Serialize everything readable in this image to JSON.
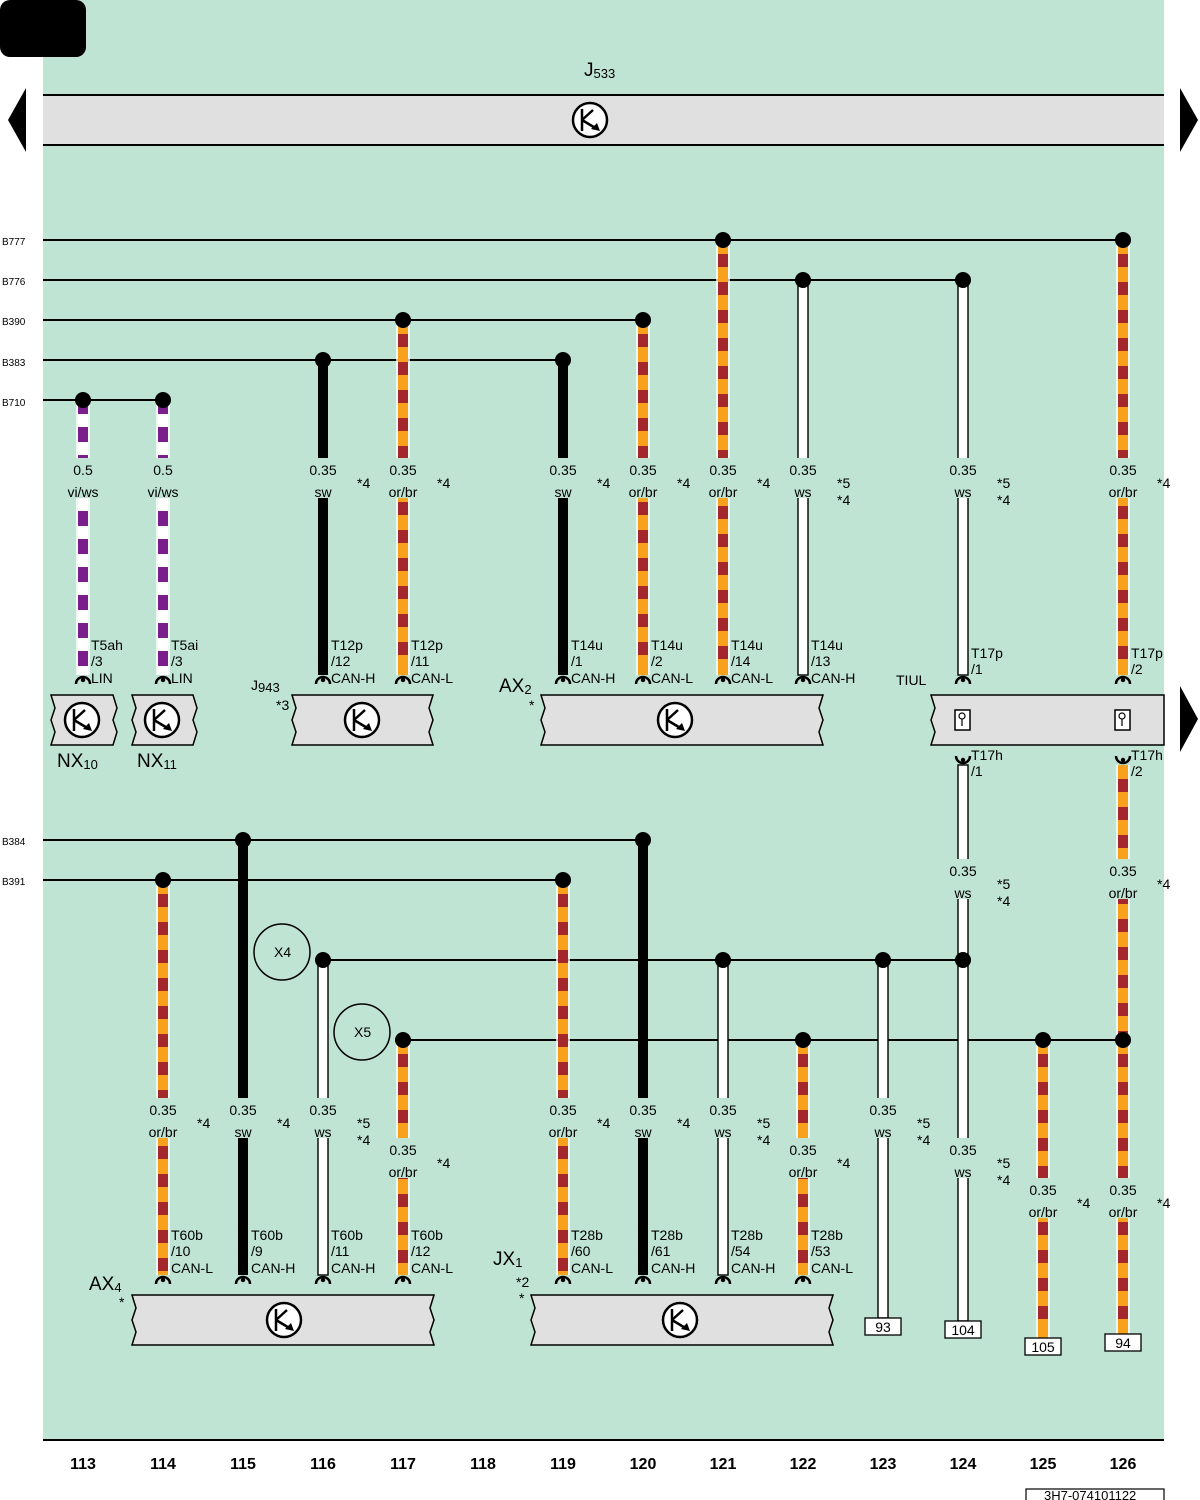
{
  "header": {
    "main_unit": "J",
    "main_unit_sub": "533"
  },
  "buses": [
    {
      "id": "B777",
      "label": "B777"
    },
    {
      "id": "B776",
      "label": "B776"
    },
    {
      "id": "B390",
      "label": "B390"
    },
    {
      "id": "B383",
      "label": "B383"
    },
    {
      "id": "B710",
      "label": "B710"
    },
    {
      "id": "B384",
      "label": "B384"
    },
    {
      "id": "B391",
      "label": "B391"
    },
    {
      "id": "X4",
      "label": "X4"
    },
    {
      "id": "X5",
      "label": "X5"
    }
  ],
  "colors": {
    "background": "#bfe4d4",
    "module_fill": "#e0e0e0",
    "vi": "#7a1e8c",
    "or": "#f7a11c",
    "br": "#a4272c",
    "sw": "#000000",
    "ws": "#ffffff"
  },
  "modules": [
    {
      "id": "NX10",
      "name": "NX",
      "sub": "10",
      "note": ""
    },
    {
      "id": "NX11",
      "name": "NX",
      "sub": "11",
      "note": ""
    },
    {
      "id": "J943",
      "name": "J",
      "sub": "943",
      "note": "*3"
    },
    {
      "id": "AX2",
      "name": "AX",
      "sub": "2",
      "note": "*"
    },
    {
      "id": "TIUL",
      "name": "TIUL",
      "sub": "",
      "note": ""
    },
    {
      "id": "AX4",
      "name": "AX",
      "sub": "4",
      "note": "*"
    },
    {
      "id": "JX1",
      "name": "JX",
      "sub": "1",
      "note": "*2\n*"
    }
  ],
  "wires": [
    {
      "id": "w113a",
      "col": 113,
      "color": "vi/ws",
      "size": "0.5",
      "conn": "T5ah",
      "pin": "/3",
      "signal": "LIN",
      "note": ""
    },
    {
      "id": "w114a",
      "col": 114,
      "color": "vi/ws",
      "size": "0.5",
      "conn": "T5ai",
      "pin": "/3",
      "signal": "LIN",
      "note": ""
    },
    {
      "id": "w116a",
      "col": 116,
      "color": "sw",
      "size": "0.35",
      "conn": "T12p",
      "pin": "/12",
      "signal": "CAN-H",
      "note": "*4"
    },
    {
      "id": "w117a",
      "col": 117,
      "color": "or/br",
      "size": "0.35",
      "conn": "T12p",
      "pin": "/11",
      "signal": "CAN-L",
      "note": "*4"
    },
    {
      "id": "w119a",
      "col": 119,
      "color": "sw",
      "size": "0.35",
      "conn": "T14u",
      "pin": "/1",
      "signal": "CAN-H",
      "note": "*4"
    },
    {
      "id": "w120a",
      "col": 120,
      "color": "or/br",
      "size": "0.35",
      "conn": "T14u",
      "pin": "/2",
      "signal": "CAN-L",
      "note": "*4"
    },
    {
      "id": "w121a",
      "col": 121,
      "color": "or/br",
      "size": "0.35",
      "conn": "T14u",
      "pin": "/14",
      "signal": "CAN-L",
      "note": "*4"
    },
    {
      "id": "w122a",
      "col": 122,
      "color": "ws",
      "size": "0.35",
      "conn": "T14u",
      "pin": "/13",
      "signal": "CAN-H",
      "note": "*5\n*4"
    },
    {
      "id": "w124a",
      "col": 124,
      "color": "ws",
      "size": "0.35",
      "conn": "T17p",
      "pin": "/1",
      "signal": "",
      "note": "*5\n*4"
    },
    {
      "id": "w126a",
      "col": 126,
      "color": "or/br",
      "size": "0.35",
      "conn": "T17p",
      "pin": "/2",
      "signal": "",
      "note": "*4"
    },
    {
      "id": "w124b",
      "col": 124,
      "color": "ws",
      "size": "0.35",
      "conn": "T17h",
      "pin": "/1",
      "signal": "",
      "note": "*5\n*4"
    },
    {
      "id": "w126b",
      "col": 126,
      "color": "or/br",
      "size": "0.35",
      "conn": "T17h",
      "pin": "/2",
      "signal": "",
      "note": "*4"
    },
    {
      "id": "w114b",
      "col": 114,
      "color": "or/br",
      "size": "0.35",
      "conn": "T60b",
      "pin": "/10",
      "signal": "CAN-L",
      "note": "*4"
    },
    {
      "id": "w115b",
      "col": 115,
      "color": "sw",
      "size": "0.35",
      "conn": "T60b",
      "pin": "/9",
      "signal": "CAN-H",
      "note": "*4"
    },
    {
      "id": "w116b",
      "col": 116,
      "color": "ws",
      "size": "0.35",
      "conn": "T60b",
      "pin": "/11",
      "signal": "CAN-H",
      "note": "*5\n*4"
    },
    {
      "id": "w117b",
      "col": 117,
      "color": "or/br",
      "size": "0.35",
      "conn": "T60b",
      "pin": "/12",
      "signal": "CAN-L",
      "note": "*4"
    },
    {
      "id": "w119b",
      "col": 119,
      "color": "or/br",
      "size": "0.35",
      "conn": "T28b",
      "pin": "/60",
      "signal": "CAN-L",
      "note": "*4"
    },
    {
      "id": "w120b",
      "col": 120,
      "color": "sw",
      "size": "0.35",
      "conn": "T28b",
      "pin": "/61",
      "signal": "CAN-H",
      "note": "*4"
    },
    {
      "id": "w121b",
      "col": 121,
      "color": "ws",
      "size": "0.35",
      "conn": "T28b",
      "pin": "/54",
      "signal": "CAN-H",
      "note": "*5\n*4"
    },
    {
      "id": "w122b",
      "col": 122,
      "color": "or/br",
      "size": "0.35",
      "conn": "T28b",
      "pin": "/53",
      "signal": "CAN-L",
      "note": "*4"
    },
    {
      "id": "w123b",
      "col": 123,
      "color": "ws",
      "size": "0.35",
      "conn": "",
      "pin": "",
      "signal": "",
      "note": "*5\n*4",
      "ref": "93"
    },
    {
      "id": "w124c",
      "col": 124,
      "color": "ws",
      "size": "0.35",
      "conn": "",
      "pin": "",
      "signal": "",
      "note": "*5\n*4",
      "ref": "104"
    },
    {
      "id": "w125b",
      "col": 125,
      "color": "or/br",
      "size": "0.35",
      "conn": "",
      "pin": "",
      "signal": "",
      "note": "*4",
      "ref": "105"
    },
    {
      "id": "w126c",
      "col": 126,
      "color": "or/br",
      "size": "0.35",
      "conn": "",
      "pin": "",
      "signal": "",
      "note": "*4",
      "ref": "94"
    }
  ],
  "columns": [
    "113",
    "114",
    "115",
    "116",
    "117",
    "118",
    "119",
    "120",
    "121",
    "122",
    "123",
    "124",
    "125",
    "126"
  ],
  "footer": {
    "drawing_code": "3H7-074101122"
  }
}
